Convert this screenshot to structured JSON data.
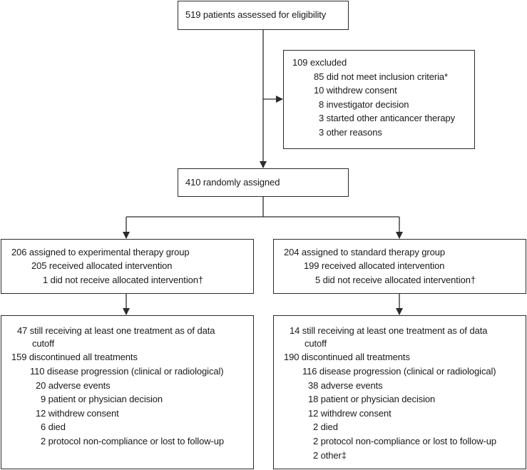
{
  "assessed": {
    "text": "519 patients assessed for eligibility"
  },
  "excluded": {
    "title": "109 excluded",
    "items": [
      "85 did not meet inclusion criteria*",
      "10 withdrew consent",
      "8 investigator decision",
      "3 started other anticancer therapy",
      "3 other reasons"
    ]
  },
  "randomised": {
    "text": "410 randomly assigned"
  },
  "experimental_group": {
    "title": "206 assigned to experimental therapy group",
    "received": "205 received allocated intervention",
    "not_received": "1 did not receive allocated intervention†"
  },
  "standard_group": {
    "title": "204 assigned to standard therapy group",
    "received": "199 received allocated intervention",
    "not_received": "5 did not receive allocated intervention†"
  },
  "experimental_status": {
    "still_receiving_1": "47 still receiving at least one treatment as of data",
    "still_receiving_2": "cutoff",
    "discontinued": "159 discontinued all treatments",
    "reasons": [
      "110 disease progression (clinical or radiological)",
      "20 adverse events",
      "9 patient or physician decision",
      "12 withdrew consent",
      "6 died",
      "2 protocol non-compliance or lost to follow-up"
    ]
  },
  "standard_status": {
    "still_receiving_1": "14 still receiving at least one treatment as of data",
    "still_receiving_2": "cutoff",
    "discontinued": "190 discontinued all treatments",
    "reasons": [
      "116 disease progression (clinical or radiological)",
      "38 adverse events",
      "18 patient or physician decision",
      "12 withdrew consent",
      "2 died",
      "2 protocol non-compliance or lost to follow-up",
      "2 other‡"
    ]
  }
}
